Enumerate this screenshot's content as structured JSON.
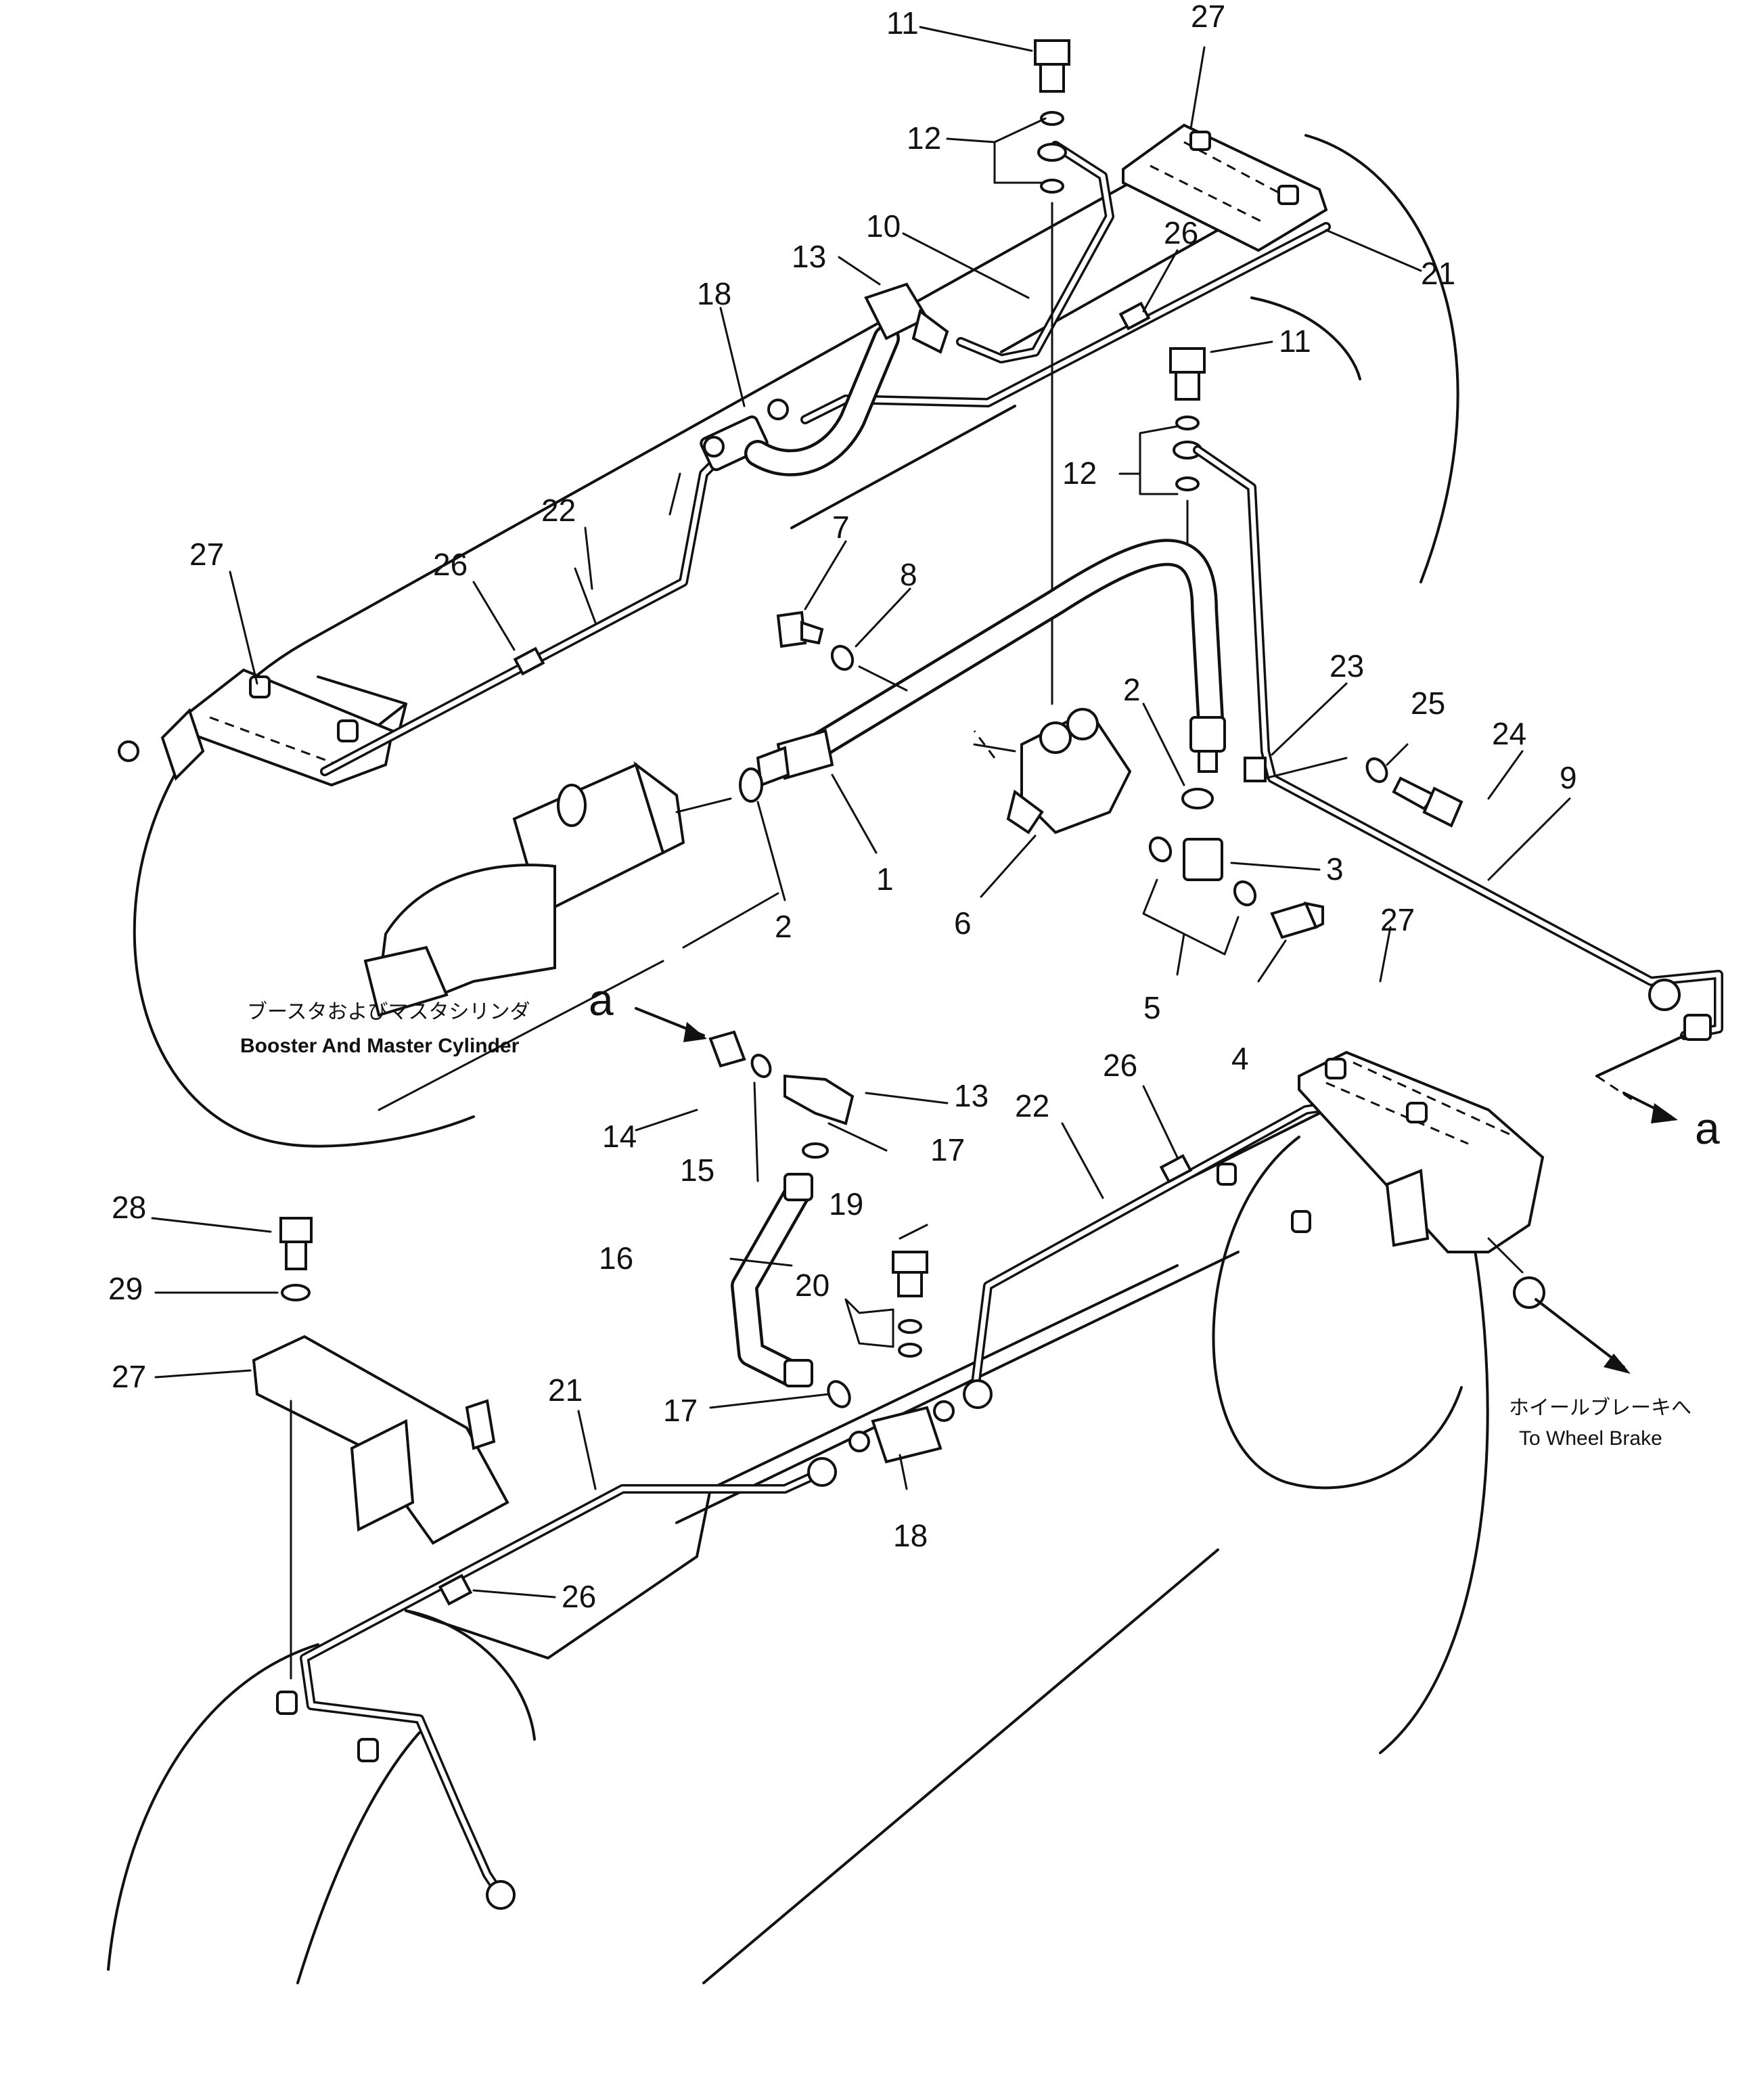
{
  "callouts": {
    "c11a": "11",
    "c27a": "27",
    "c12a": "12",
    "c10": "10",
    "c13a": "13",
    "c26a": "26",
    "c21a": "21",
    "c18a": "18",
    "c11b": "11",
    "c12b": "12",
    "c22a": "22",
    "c27b": "27",
    "c26b": "26",
    "c7": "7",
    "c8": "8",
    "c2a": "2",
    "c23": "23",
    "c25": "25",
    "c24": "24",
    "c9": "9",
    "c3": "3",
    "c1": "1",
    "c2b": "2",
    "c6": "6",
    "c27c": "27",
    "c5": "5",
    "c4": "4",
    "c26c": "26",
    "c13b": "13",
    "c22b": "22",
    "c14": "14",
    "c15": "15",
    "c17a": "17",
    "c28": "28",
    "c19": "19",
    "c16": "16",
    "c29": "29",
    "c20": "20",
    "c27d": "27",
    "c21b": "21",
    "c17b": "17",
    "c18b": "18",
    "c26d": "26"
  },
  "section_marks": {
    "a_left": "a",
    "a_right": "a"
  },
  "captions": {
    "booster_jp": "ブースタおよびマスタシリンダ",
    "booster_en": "Booster And Master Cylinder",
    "wheel_jp": "ホイールブレーキへ",
    "wheel_en": "To Wheel Brake"
  }
}
